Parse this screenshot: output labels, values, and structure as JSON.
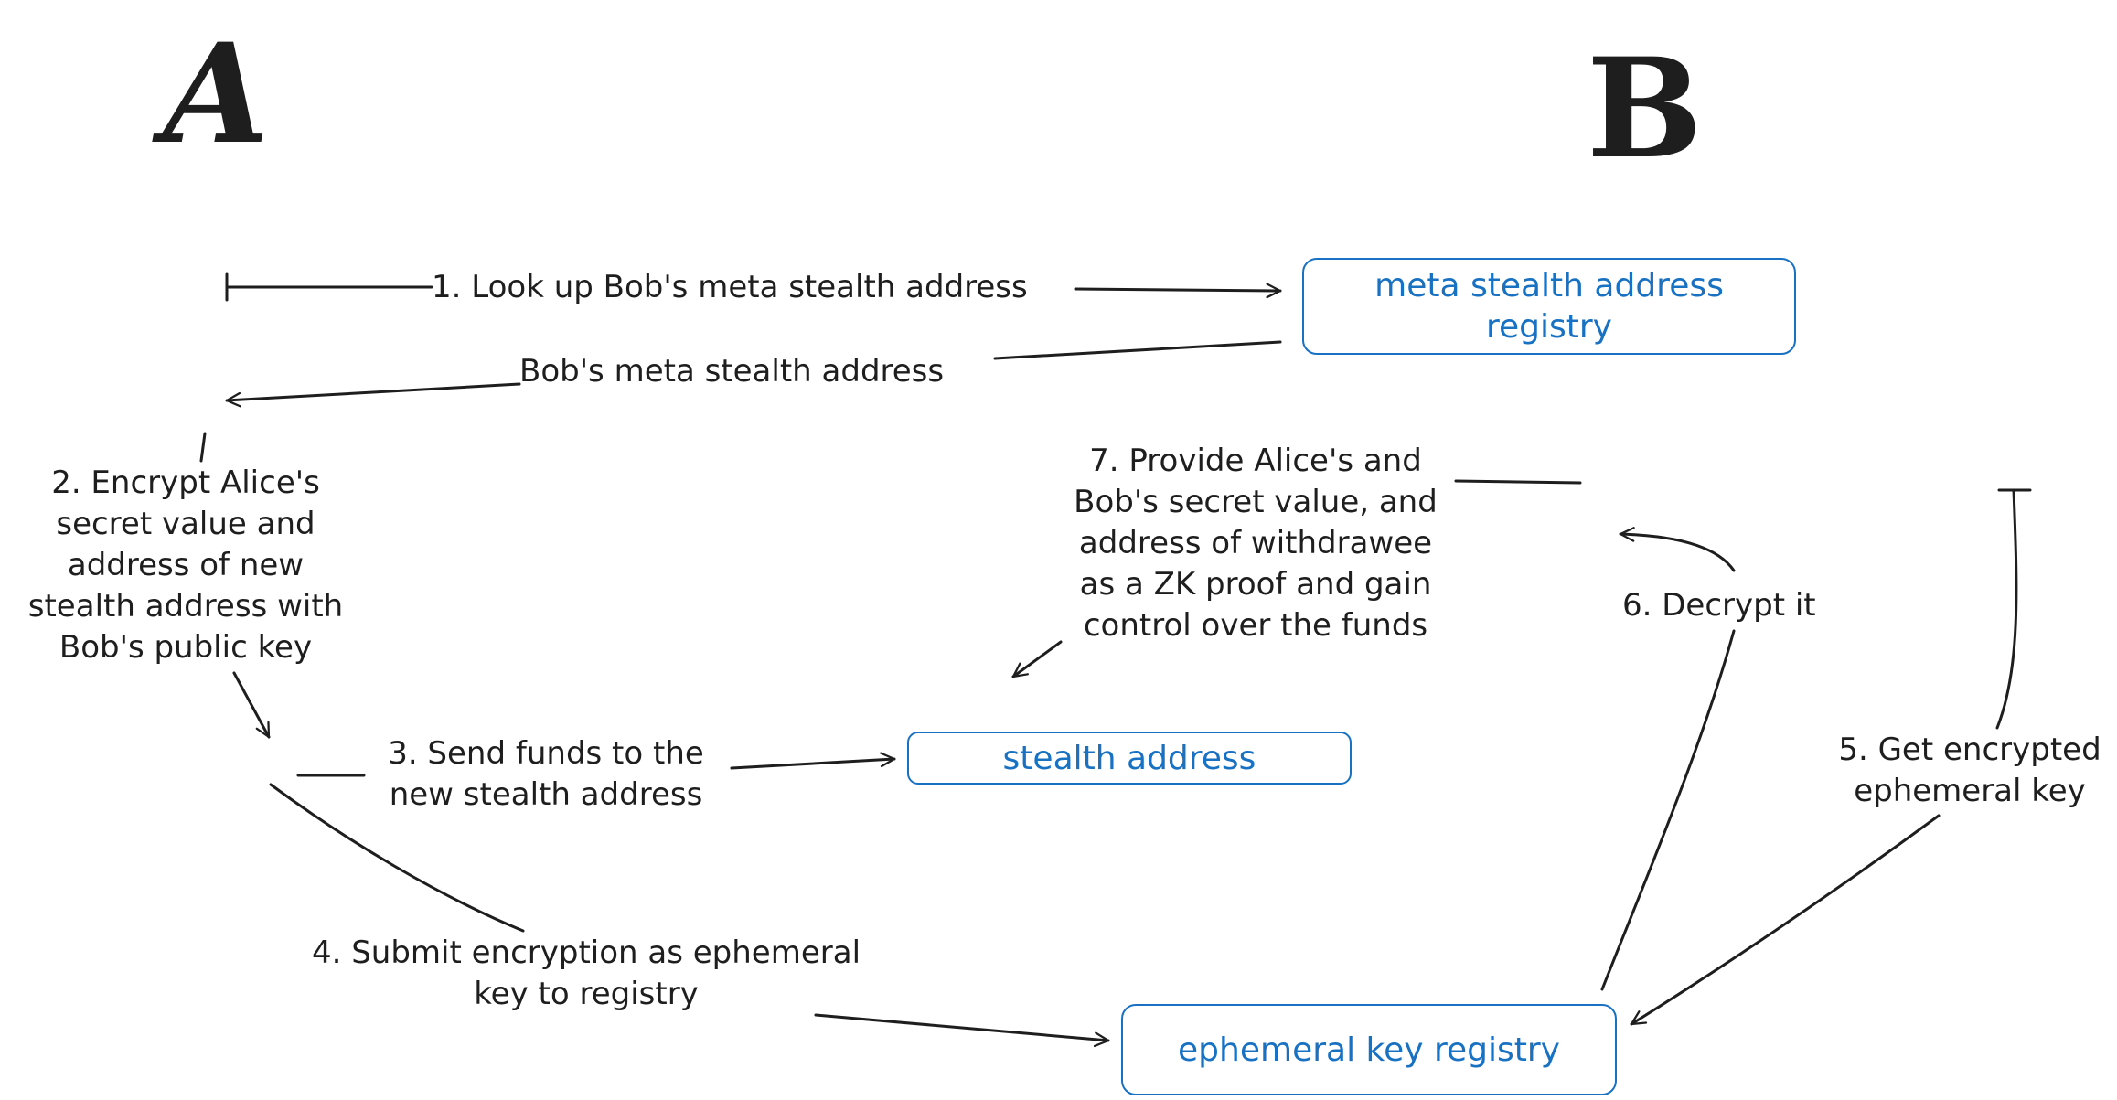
{
  "actors": {
    "a": "A",
    "b": "B"
  },
  "nodes": {
    "meta_registry": "meta stealth address registry",
    "stealth_address": "stealth address",
    "ephemeral_registry": "ephemeral key registry"
  },
  "labels": {
    "step1": "1. Look up Bob's meta stealth address",
    "bobs_meta": "Bob's meta stealth address",
    "step2": "2. Encrypt Alice's\nsecret value and\naddress of new\nstealth address with\nBob's public key",
    "step3": "3. Send funds to the\nnew stealth address",
    "step4": "4. Submit encryption as ephemeral\nkey to registry",
    "step5": "5. Get encrypted\nephemeral key",
    "step6": "6. Decrypt it",
    "step7": "7. Provide Alice's and\nBob's secret value, and\naddress of withdrawee\nas a ZK proof and gain\ncontrol over the funds"
  },
  "colors": {
    "ink": "#1e1e1e",
    "node_blue": "#1971c2",
    "background": "#ffffff"
  }
}
